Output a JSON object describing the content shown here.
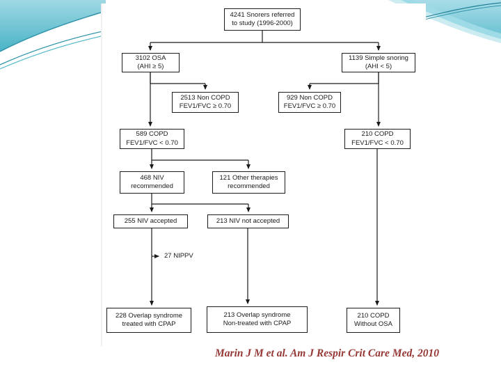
{
  "slide": {
    "citation": "Marin J M et al. Am J Respir Crit Care Med, 2010",
    "citation_color": "#953735",
    "background_color": "#ffffff"
  },
  "decoration": {
    "accent_teal": "#49b3c6",
    "accent_teal_dark": "#2e93a8",
    "accent_teal_light": "#cdecf2"
  },
  "flowchart": {
    "line_color": "#1a1a1a",
    "box_border_color": "#1a1a1a",
    "nippv_label": "27 NIPPV",
    "nodes": {
      "snorers": {
        "line1": "4241 Snorers referred",
        "line2": "to study (1996-2000)"
      },
      "osa": {
        "line1": "3102 OSA",
        "line2": "(AHI ≥ 5)"
      },
      "simple_snoring": {
        "line1": "1139 Simple snoring",
        "line2": "(AHI < 5)"
      },
      "non_copd_osa": {
        "line1": "2513 Non COPD",
        "line2": "FEV1/FVC ≥ 0.70"
      },
      "non_copd_snoring": {
        "line1": "929 Non COPD",
        "line2": "FEV1/FVC ≥ 0.70"
      },
      "copd_osa": {
        "line1": "589 COPD",
        "line2": "FEV1/FVC < 0.70"
      },
      "copd_snoring": {
        "line1": "210 COPD",
        "line2": "FEV1/FVC < 0.70"
      },
      "niv_recommended": {
        "line1": "468 NIV",
        "line2": "recommended"
      },
      "other_therapies": {
        "line1": "121 Other therapies",
        "line2": "recommended"
      },
      "niv_accepted": {
        "line1": "255 NIV accepted"
      },
      "niv_not_accepted": {
        "line1": "213 NIV not accepted"
      },
      "overlap_treated": {
        "line1": "228 Overlap syndrome",
        "line2": "treated with CPAP"
      },
      "overlap_untreated": {
        "line1": "213 Overlap syndrome",
        "line2": "Non-treated with CPAP"
      },
      "copd_without_osa": {
        "line1": "210 COPD",
        "line2": "Without OSA"
      }
    }
  }
}
